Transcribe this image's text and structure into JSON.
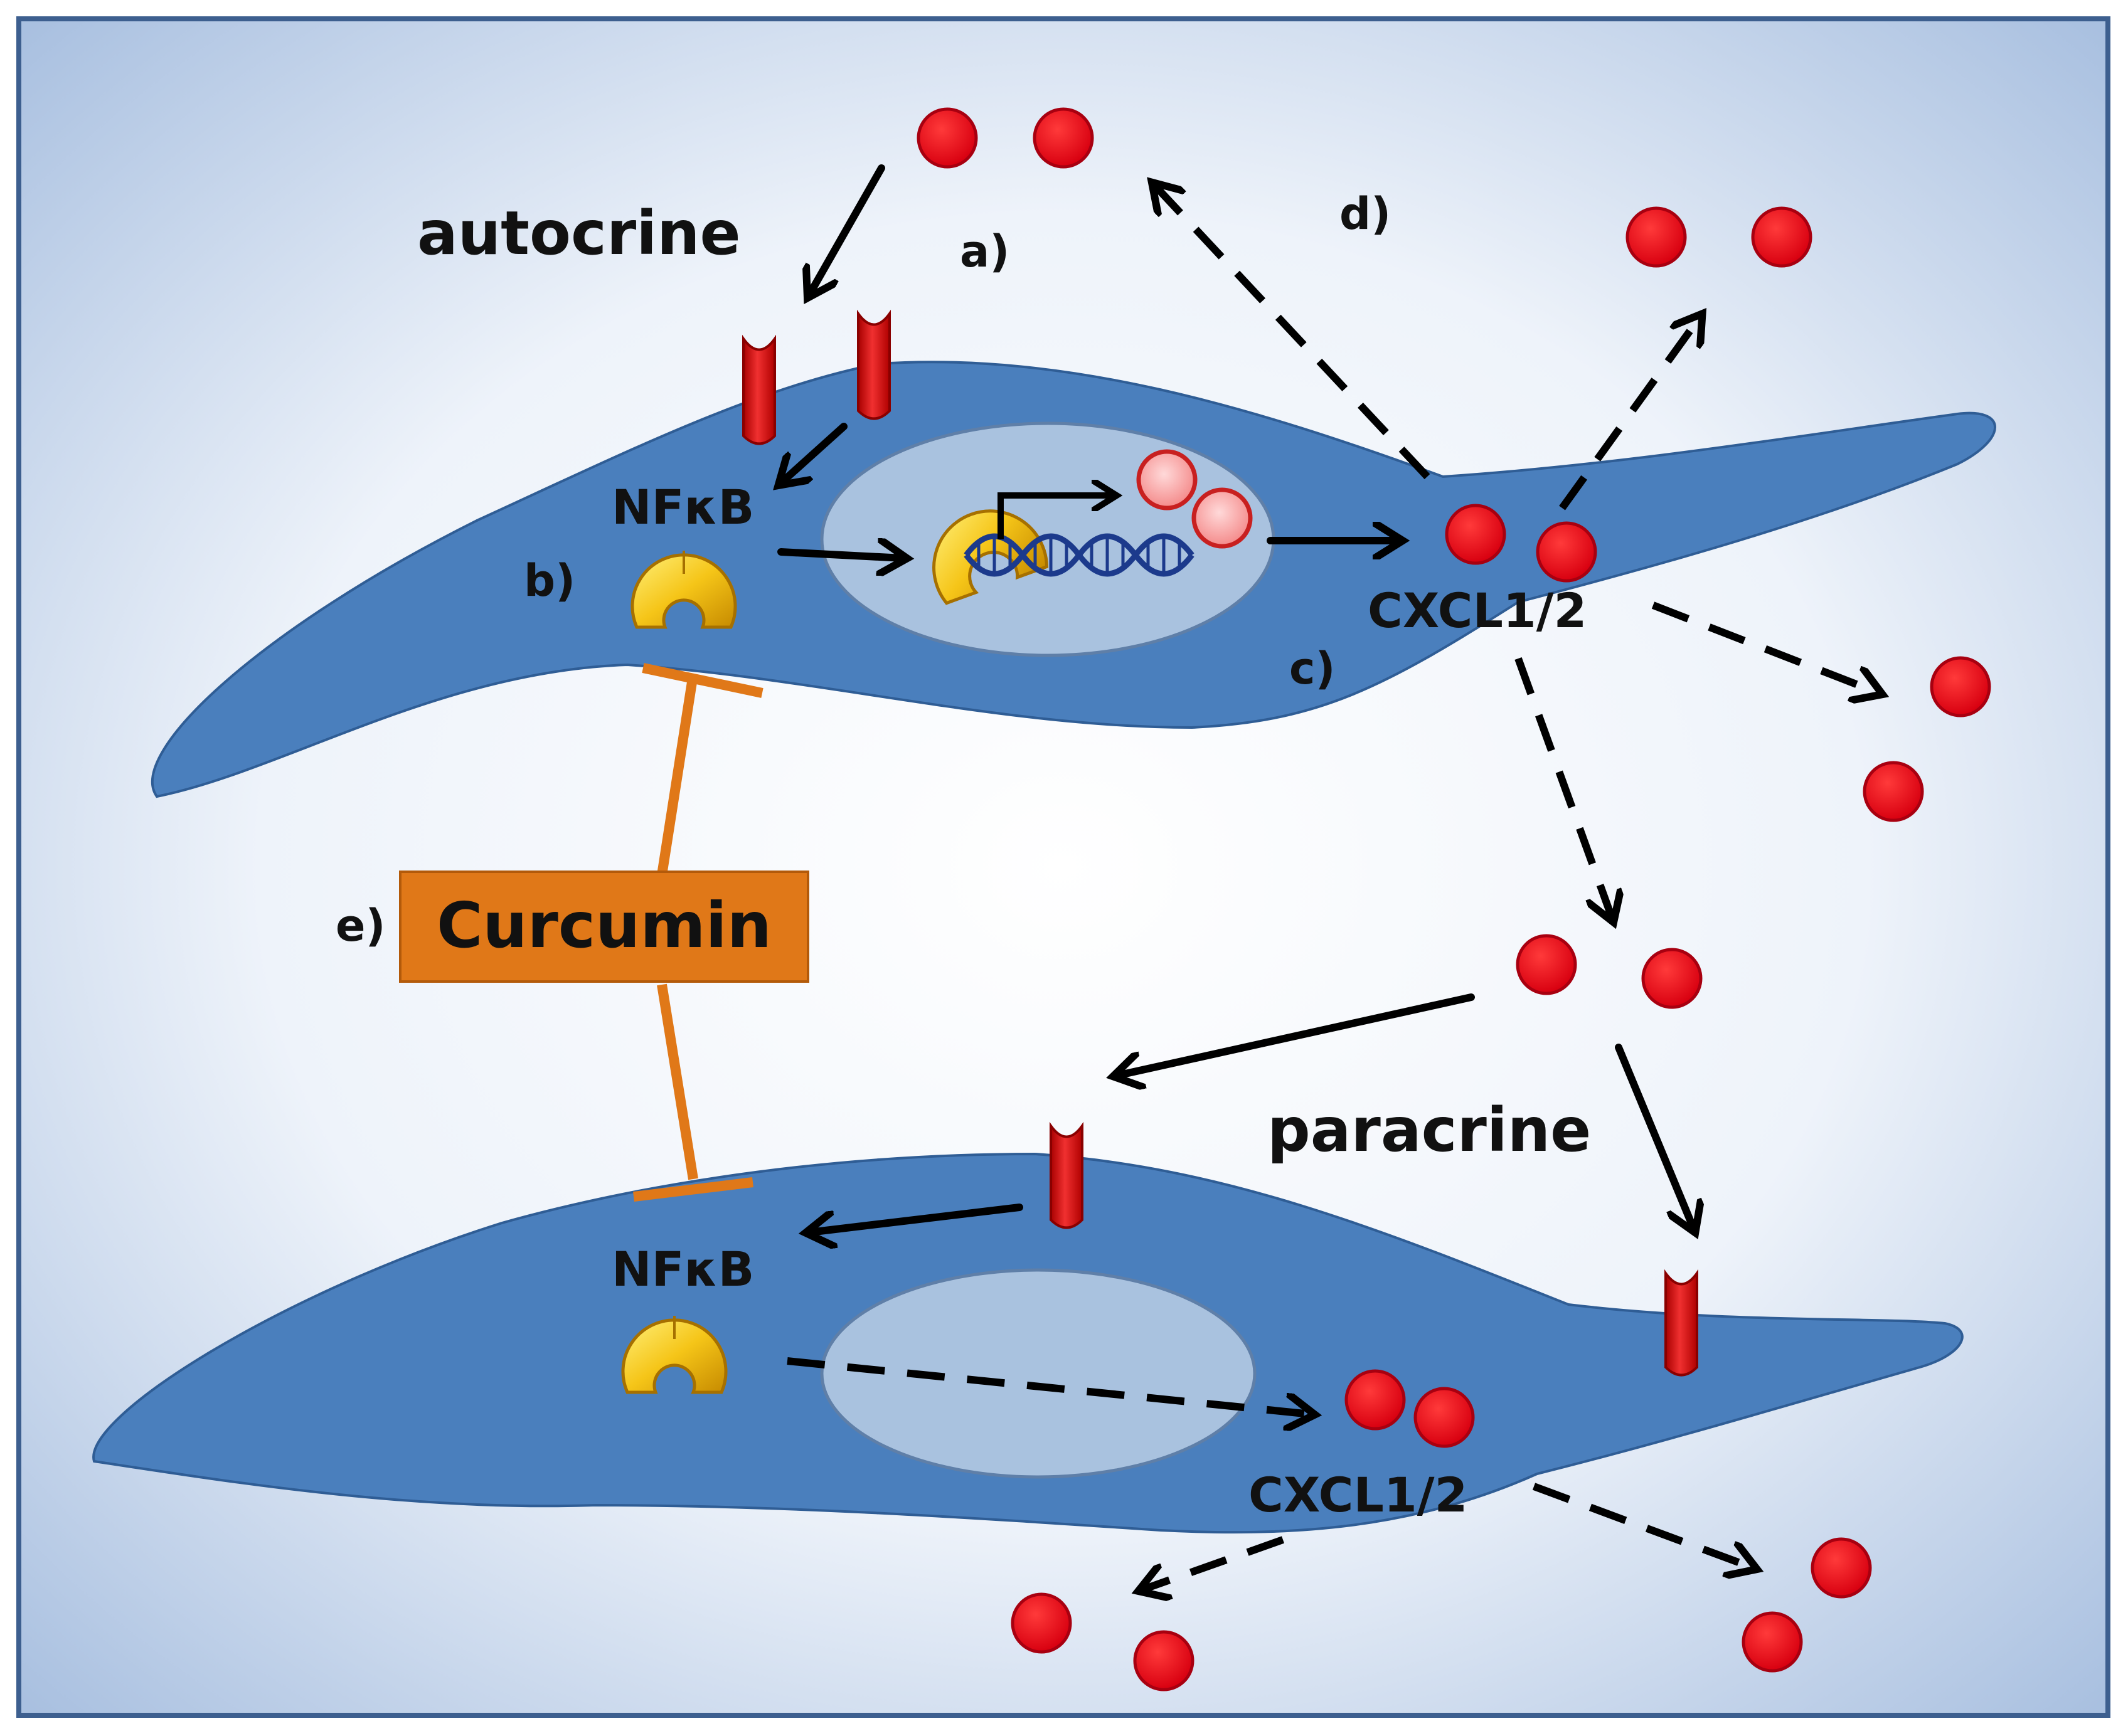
{
  "labels": {
    "autocrine": "autocrine",
    "paracrine": "paracrine",
    "nfkb_top": "NFκB",
    "nfkb_bottom": "NFκB",
    "cxcl_top": "CXCL1/2",
    "cxcl_bottom": "CXCL1/2",
    "curcumin": "Curcumin",
    "a": "a)",
    "b": "b)",
    "c": "c)",
    "d": "d)",
    "e": "e)"
  },
  "colors": {
    "cell": "#4a7fbd",
    "nucleus": "#a9c2df",
    "chemokine": "#e8101a",
    "receptor": "#d81b1b",
    "nfkb": "#f3c81a",
    "curcumin": "#e07818",
    "dna": "#1c3a8c",
    "arrow": "#000000",
    "background_center": "#ffffff",
    "background_edge": "#aec4e2"
  }
}
